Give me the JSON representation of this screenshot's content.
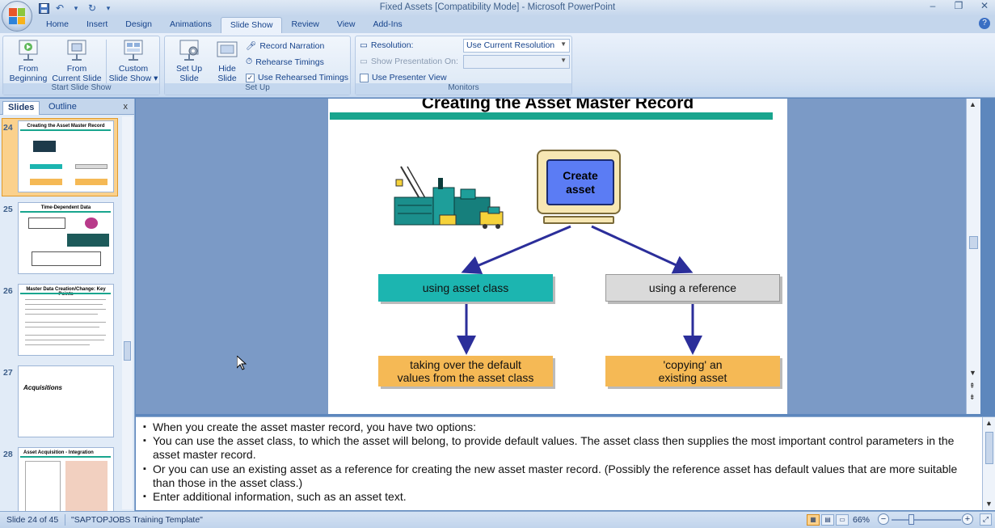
{
  "window": {
    "title": "Fixed Assets [Compatibility Mode] - Microsoft PowerPoint",
    "controls": {
      "minimize": "–",
      "restore": "❐",
      "close": "✕"
    }
  },
  "qat": {
    "save_icon": "save-icon",
    "undo_icon": "undo-icon",
    "redo_icon": "redo-icon",
    "dropdown": "▾"
  },
  "tabs": [
    "Home",
    "Insert",
    "Design",
    "Animations",
    "Slide Show",
    "Review",
    "View",
    "Add-Ins"
  ],
  "active_tab": "Slide Show",
  "ribbon": {
    "start_slide_show": {
      "label": "Start Slide Show",
      "from_beginning": "From\nBeginning",
      "from_current": "From\nCurrent Slide",
      "custom": "Custom\nSlide Show ▾"
    },
    "set_up": {
      "label": "Set Up",
      "set_up_slide_show": "Set Up\nSlide Show",
      "hide_slide": "Hide\nSlide",
      "record_narration": "Record Narration",
      "rehearse_timings": "Rehearse Timings",
      "use_rehearsed_timings": "Use Rehearsed Timings",
      "use_rehearsed_timings_checked": true
    },
    "monitors": {
      "label": "Monitors",
      "resolution_label": "Resolution:",
      "resolution_value": "Use Current Resolution",
      "show_on_label": "Show Presentation On:",
      "show_on_value": "",
      "use_presenter_view": "Use Presenter View",
      "use_presenter_view_checked": false
    }
  },
  "pane": {
    "tab_slides": "Slides",
    "tab_outline": "Outline",
    "close": "x",
    "thumbnails": [
      {
        "num": "24",
        "title": "Creating the Asset Master Record",
        "selected": true
      },
      {
        "num": "25",
        "title": "Time-Dependent Data",
        "selected": false
      },
      {
        "num": "26",
        "title": "Master Data Creation/Change: Key Points",
        "selected": false
      },
      {
        "num": "27",
        "title": "Acquisitions",
        "selected": false
      },
      {
        "num": "28",
        "title": "Asset Acquisition - Integration",
        "selected": false
      }
    ]
  },
  "slide": {
    "title": "Creating the Asset Master Record",
    "monitor_text": "Create\nasset",
    "left_option": "using asset class",
    "right_option": "using a reference",
    "left_result": "taking over the default\nvalues from the asset class",
    "right_result": "'copying' an\nexisting asset",
    "colors": {
      "band": "#19a58e",
      "teal_box": "#1cb5b0",
      "gray_box": "#dadada",
      "orange_box": "#f5b955",
      "arrow": "#2b2e9a",
      "screen": "#5b7cf4"
    }
  },
  "notes": [
    "When you create the asset master record, you have two options:",
    "You can use the asset class, to which the asset will belong, to provide default values.  The asset class then supplies the most important control parameters in the asset master record.",
    "Or you can use an existing asset as a reference for creating the new asset master record.  (Possibly the reference asset has default values that are more suitable than those in the asset class.)",
    "Enter additional information, such as an asset text."
  ],
  "status": {
    "slide_info": "Slide 24 of 45",
    "template": "\"SAPTOPJOBS Training Template\"",
    "zoom": "66%",
    "zoom_minus": "−",
    "zoom_plus": "+"
  }
}
